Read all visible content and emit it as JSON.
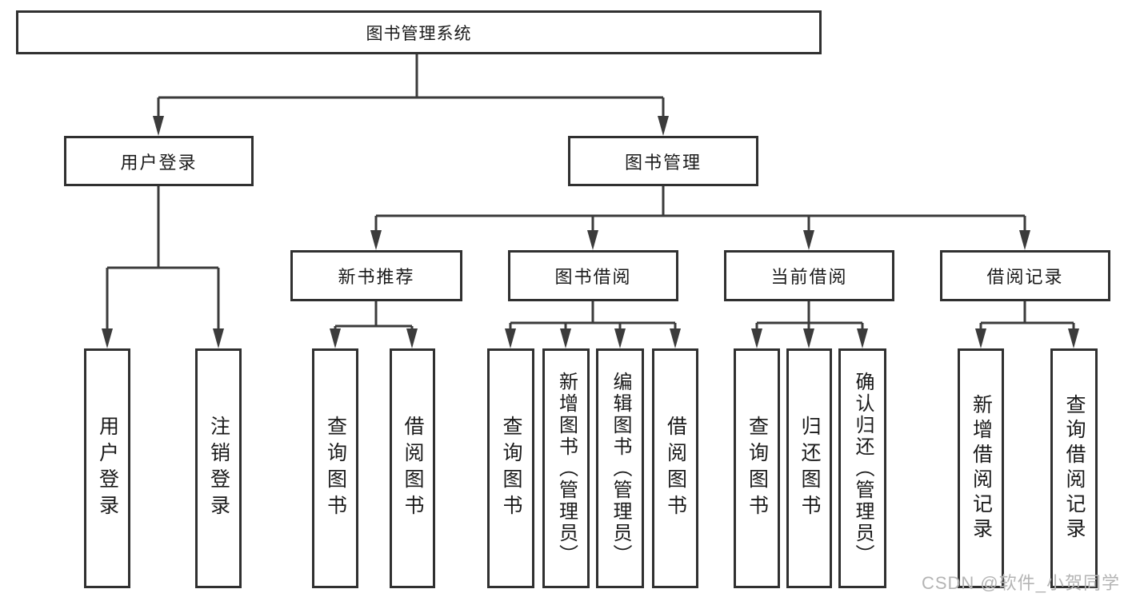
{
  "tree": {
    "root": {
      "label": "图书管理系统",
      "children": [
        {
          "label": "用户登录",
          "children": [
            {
              "label": "用户登录"
            },
            {
              "label": "注销登录"
            }
          ]
        },
        {
          "label": "图书管理",
          "children": [
            {
              "label": "新书推荐",
              "children": [
                {
                  "label": "查询图书"
                },
                {
                  "label": "借阅图书"
                }
              ]
            },
            {
              "label": "图书借阅",
              "children": [
                {
                  "label": "查询图书"
                },
                {
                  "label": "新增图书（管理员）"
                },
                {
                  "label": "编辑图书（管理员）"
                },
                {
                  "label": "借阅图书"
                }
              ]
            },
            {
              "label": "当前借阅",
              "children": [
                {
                  "label": "查询图书"
                },
                {
                  "label": "归还图书"
                },
                {
                  "label": "确认归还（管理员）"
                }
              ]
            },
            {
              "label": "借阅记录",
              "children": [
                {
                  "label": "新增借阅记录"
                },
                {
                  "label": "查询借阅记录"
                }
              ]
            }
          ]
        }
      ]
    }
  },
  "watermark": {
    "text": "CSDN @软件_小贺同学"
  },
  "colors": {
    "line": "#3b3b3b",
    "border": "#303030",
    "text": "#1a1a1a",
    "watermark": "#b4b4b4",
    "background": "#ffffff"
  }
}
